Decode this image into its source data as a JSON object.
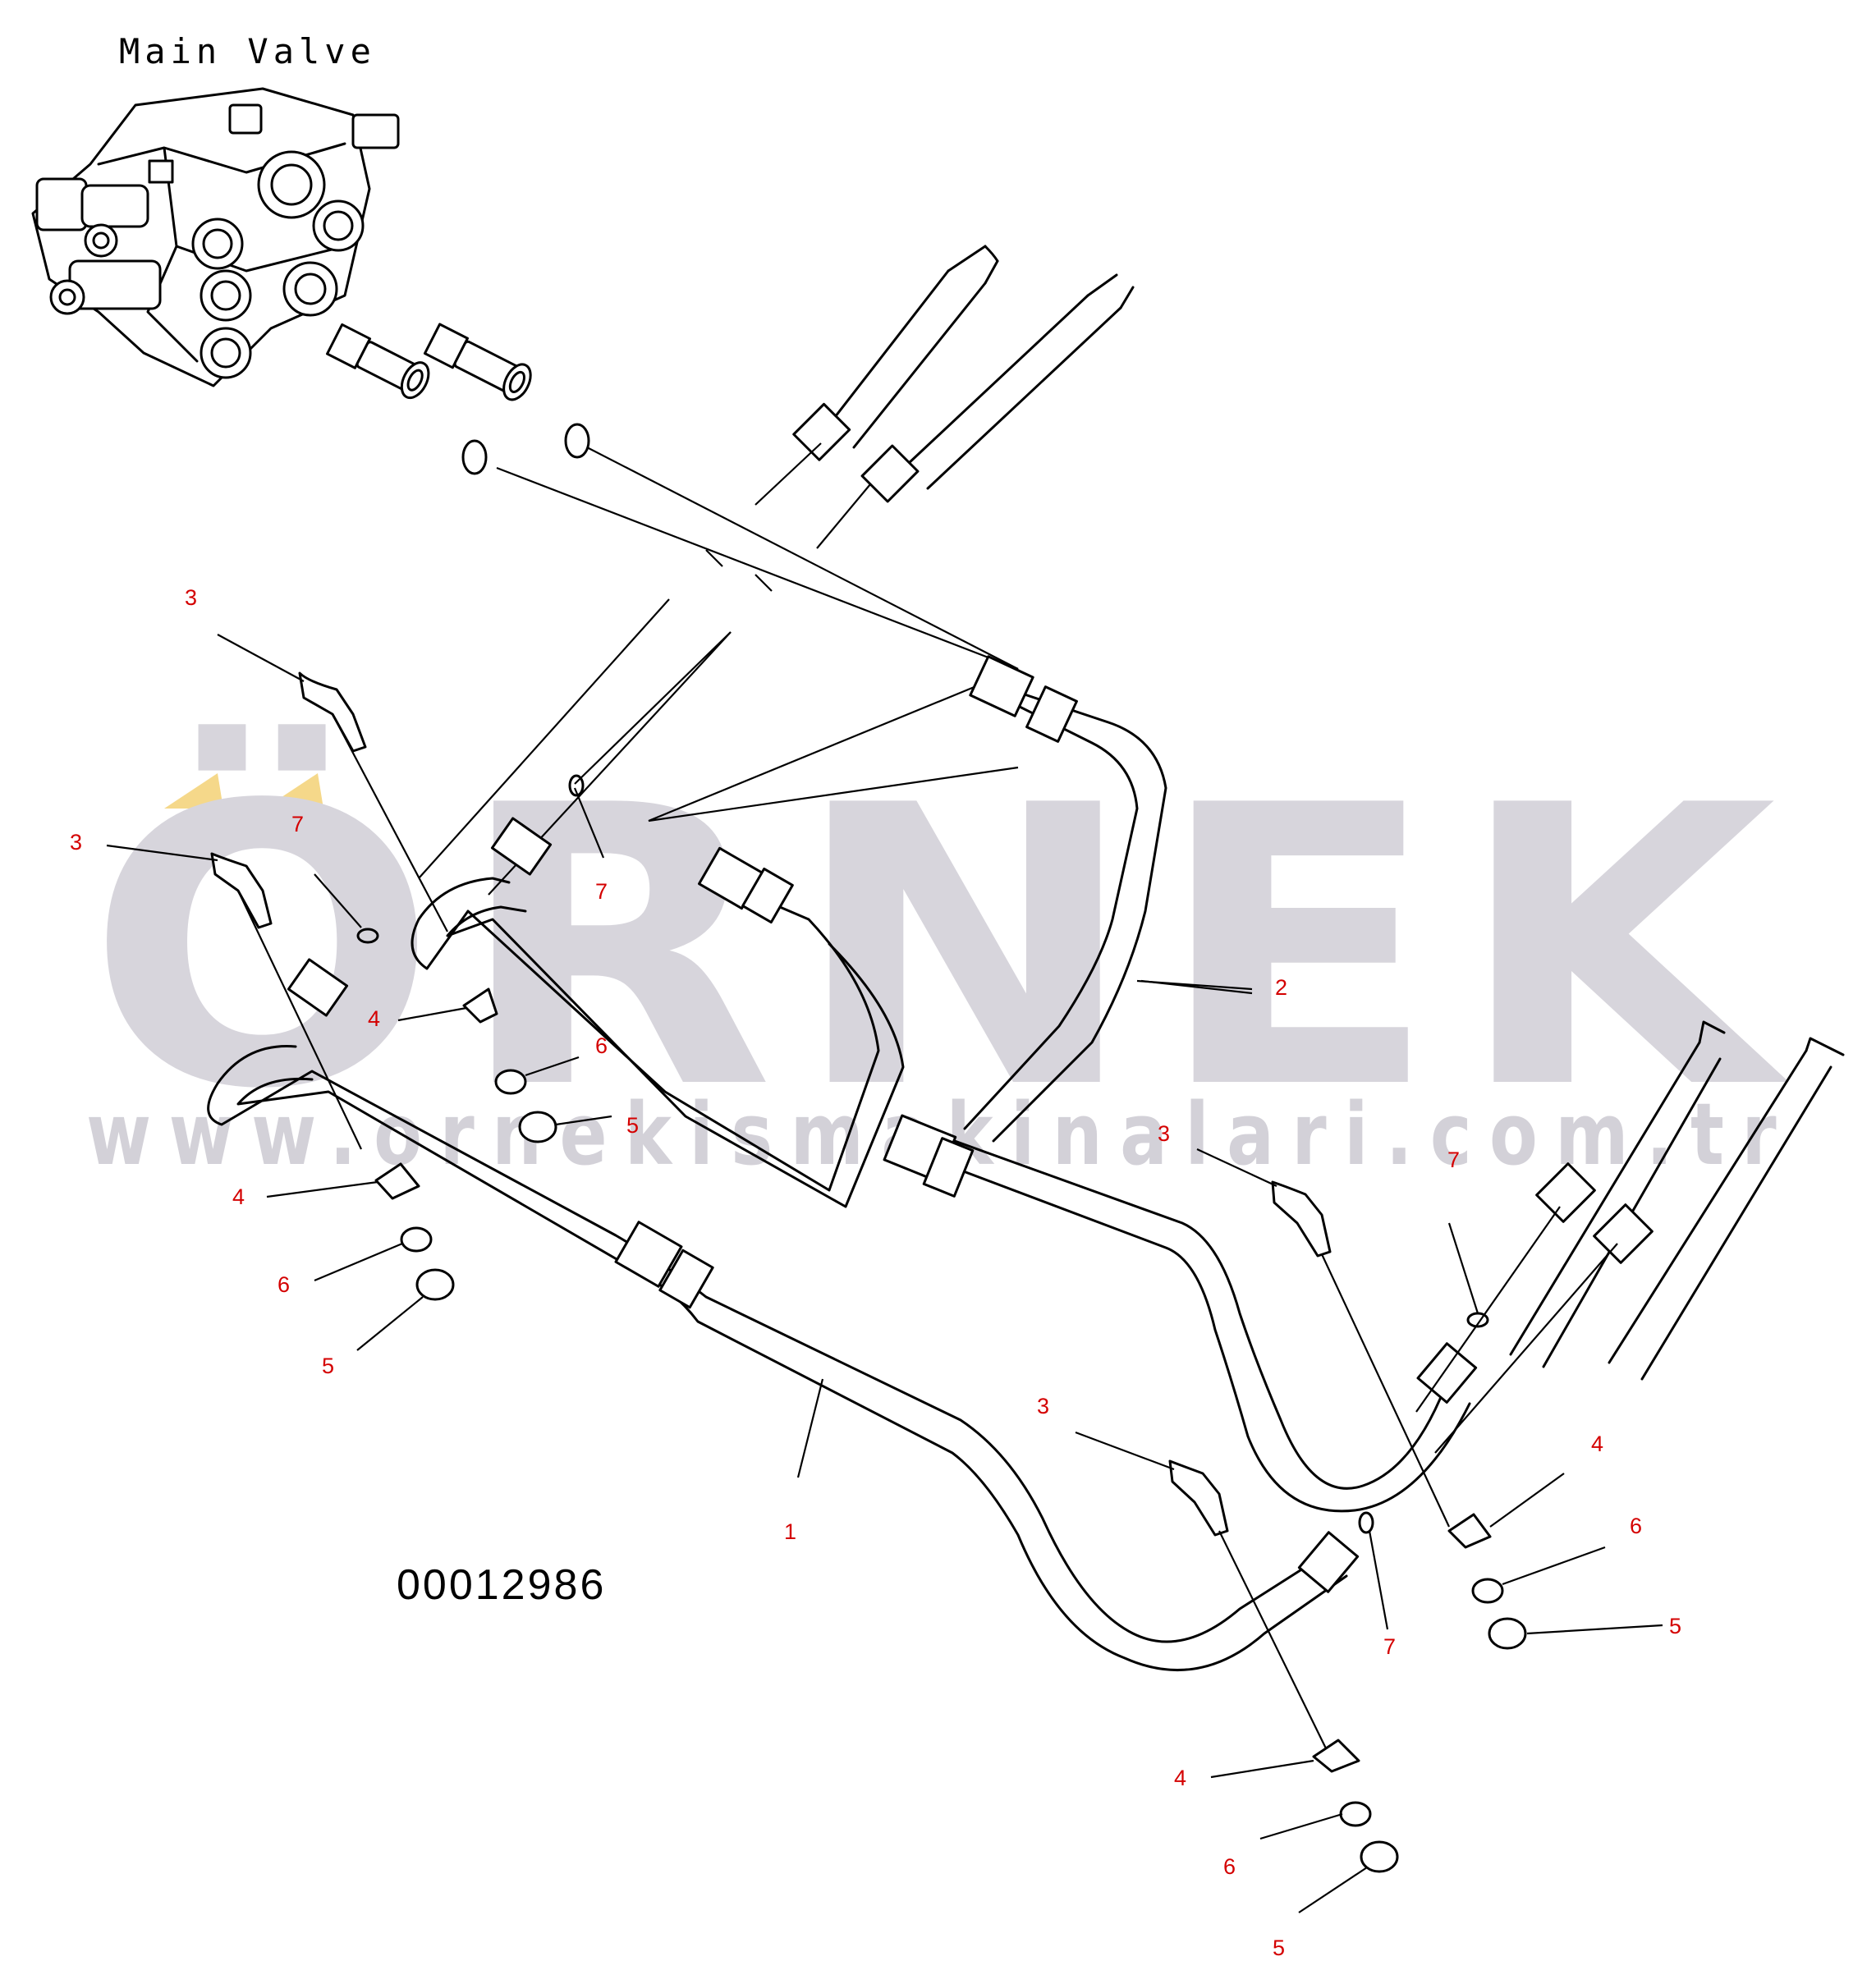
{
  "diagram": {
    "title": "Main Valve",
    "document_number": "00012986",
    "watermark": {
      "brand": "ÖRNEK",
      "url": "www.ornekismakinalari.com.tr",
      "accent_color": "#f5d88a",
      "text_color": "#d7d5dc"
    },
    "callout_color": "#d40000",
    "callouts": [
      {
        "id": "c-3a",
        "text": "3"
      },
      {
        "id": "c-3b",
        "text": "3"
      },
      {
        "id": "c-3c",
        "text": "3"
      },
      {
        "id": "c-3d",
        "text": "3"
      },
      {
        "id": "c-7a",
        "text": "7"
      },
      {
        "id": "c-7b",
        "text": "7"
      },
      {
        "id": "c-7c",
        "text": "7"
      },
      {
        "id": "c-7d",
        "text": "7"
      },
      {
        "id": "c-4a",
        "text": "4"
      },
      {
        "id": "c-4b",
        "text": "4"
      },
      {
        "id": "c-4c",
        "text": "4"
      },
      {
        "id": "c-4d",
        "text": "4"
      },
      {
        "id": "c-6a",
        "text": "6"
      },
      {
        "id": "c-6b",
        "text": "6"
      },
      {
        "id": "c-6c",
        "text": "6"
      },
      {
        "id": "c-6d",
        "text": "6"
      },
      {
        "id": "c-5a",
        "text": "5"
      },
      {
        "id": "c-5b",
        "text": "5"
      },
      {
        "id": "c-5c",
        "text": "5"
      },
      {
        "id": "c-5d",
        "text": "5"
      },
      {
        "id": "c-2",
        "text": "2"
      },
      {
        "id": "c-1",
        "text": "1"
      }
    ]
  }
}
